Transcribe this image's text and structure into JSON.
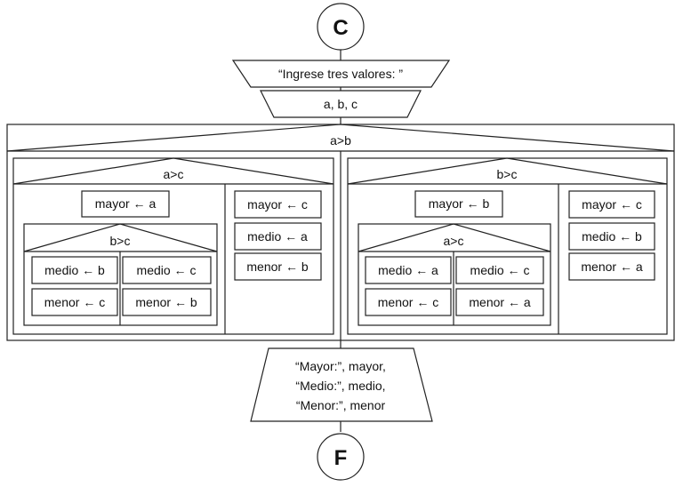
{
  "start": "C",
  "end": "F",
  "prompt": "“Ingrese tres valores: ”",
  "input": "a, b, c",
  "outer": {
    "cond": "a>b",
    "left": {
      "cond": "a>c",
      "true": {
        "assign": "mayor ← a",
        "cond": "b>c",
        "true": [
          "medio ← b",
          "menor ← c"
        ],
        "false": [
          "medio ← c",
          "menor ← b"
        ]
      },
      "false": [
        "mayor ← c",
        "medio ← a",
        "menor ← b"
      ]
    },
    "right": {
      "cond": "b>c",
      "true": {
        "assign": "mayor ← b",
        "cond": "a>c",
        "true": [
          "medio ← a",
          "menor ← c"
        ],
        "false": [
          "medio ← c",
          "menor ← a"
        ]
      },
      "false": [
        "mayor ← c",
        "medio ← b",
        "menor ← a"
      ]
    }
  },
  "output": [
    "“Mayor:”, mayor,",
    "“Medio:”, medio,",
    "“Menor:”, menor"
  ]
}
